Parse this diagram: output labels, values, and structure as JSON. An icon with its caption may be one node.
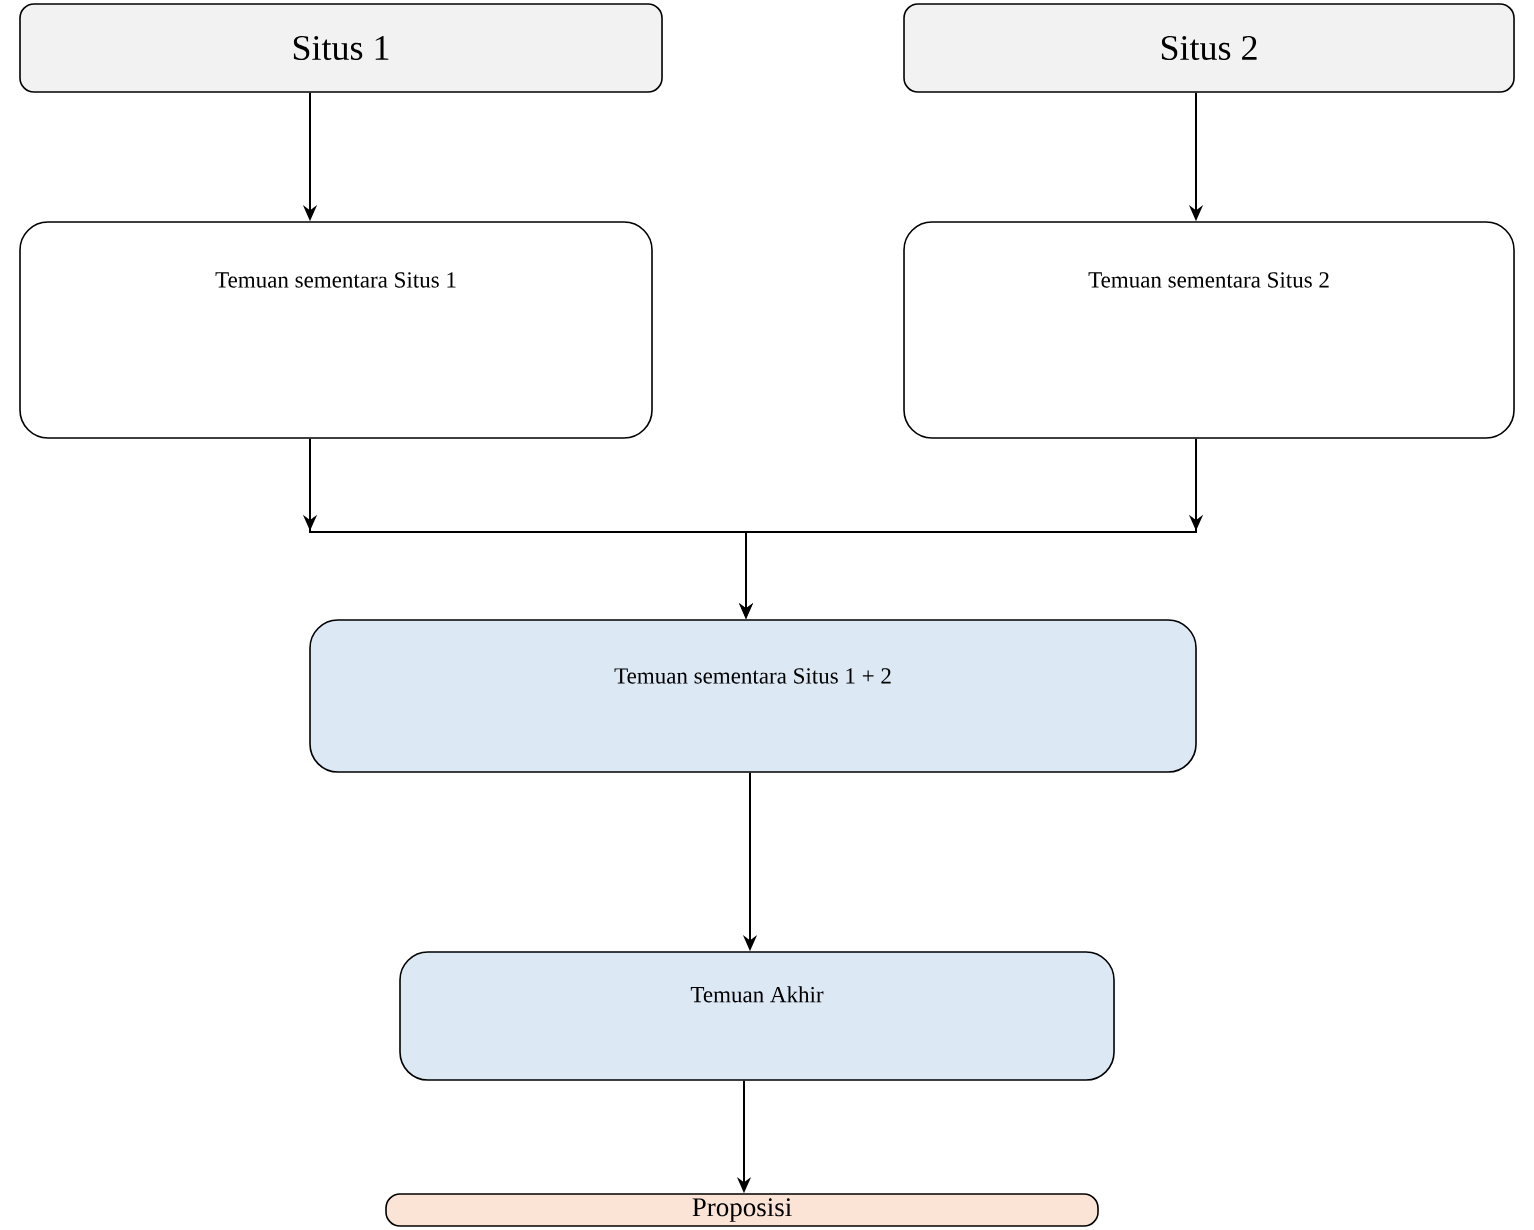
{
  "diagram": {
    "nodes": [
      {
        "text": [
          "Situs 1"
        ]
      },
      {
        "text": [
          "Situs 2"
        ]
      },
      {
        "text": [
          "Temuan sementara Situs 1"
        ]
      },
      {
        "text": [
          "Temuan sementara Situs 2"
        ]
      },
      {
        "text": [
          "Temuan sementara Situs 1 + 2"
        ]
      },
      {
        "text": [
          "Temuan Akhir"
        ]
      },
      {
        "text": [
          "Proposisi"
        ]
      }
    ],
    "edges": [
      {
        "from": 0,
        "to": 2,
        "arrow": "to"
      },
      {
        "from": 1,
        "to": 3,
        "arrow": "to"
      },
      {
        "from": 2,
        "to": 4,
        "arrow": "to"
      },
      {
        "from": 3,
        "to": 4,
        "arrow": "to"
      },
      {
        "from": 4,
        "to": 5,
        "arrow": "to"
      },
      {
        "from": 5,
        "to": 6,
        "arrow": "to"
      }
    ]
  }
}
